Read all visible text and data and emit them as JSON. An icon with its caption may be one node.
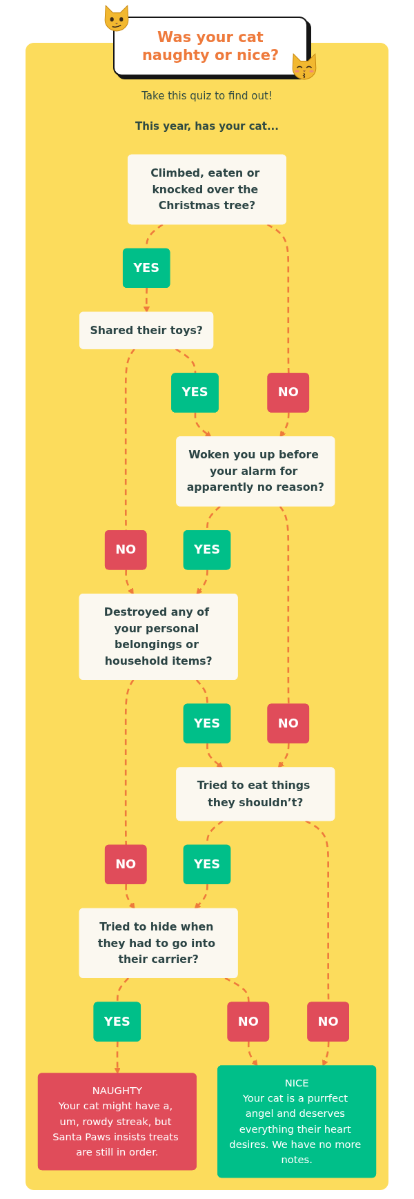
{
  "diagram": {
    "title": "Was your cat naughty or nice?",
    "nodes": [
      {
        "text": [
          "Climbed, eaten or knocked over the Christmas tree?"
        ]
      },
      {
        "text": [
          "YES"
        ]
      },
      {
        "text": [
          "NO"
        ]
      },
      {
        "text": [
          "Shared their toys?"
        ]
      },
      {
        "text": [
          "NO"
        ]
      },
      {
        "text": [
          "YES"
        ]
      },
      {
        "text": [
          "Woken you up before your alarm for apparently no reason?"
        ]
      },
      {
        "text": [
          "Destroyed any of your personal belongings or household items?"
        ]
      },
      {
        "text": [
          "YES"
        ]
      },
      {
        "text": [
          "NO"
        ]
      },
      {
        "text": [
          "NO"
        ]
      },
      {
        "text": [
          "YES"
        ]
      },
      {
        "text": [
          "Tried to eat things they shouldn’t?"
        ]
      },
      {
        "text": [
          "Tried to hide when they had to go into their carrier?"
        ]
      },
      {
        "text": [
          "YES"
        ]
      },
      {
        "text": [
          "NO"
        ]
      },
      {
        "text": [
          "YES"
        ]
      },
      {
        "text": [
          "NO"
        ]
      },
      {
        "text": [
          "NAUGHTY",
          "Your cat might have a, um, rowdy streak, but Santa Paws insists treats are still in order."
        ]
      },
      {
        "text": [
          "NICE",
          "Your cat is a purrfect angel and deserves everything their heart desires. We have no more notes."
        ]
      }
    ],
    "edges": [
      {
        "from": 0,
        "to": 1,
        "arrow": "none",
        "style": "dashed"
      },
      {
        "from": 0,
        "to": 2,
        "arrow": "none",
        "style": "dashed"
      },
      {
        "from": 1,
        "to": 3,
        "arrow": "to",
        "style": "dashed"
      },
      {
        "from": 2,
        "to": 6,
        "arrow": "to",
        "style": "dashed"
      },
      {
        "from": 3,
        "to": 4,
        "arrow": "none",
        "style": "dashed"
      },
      {
        "from": 3,
        "to": 5,
        "arrow": "none",
        "style": "dashed"
      },
      {
        "from": 5,
        "to": 6,
        "arrow": "to",
        "style": "dashed"
      },
      {
        "from": 4,
        "to": 7,
        "arrow": "to",
        "style": "dashed"
      },
      {
        "from": 6,
        "to": 8,
        "arrow": "none",
        "style": "dashed"
      },
      {
        "from": 6,
        "to": 9,
        "arrow": "none",
        "style": "dashed"
      },
      {
        "from": 8,
        "to": 7,
        "arrow": "to",
        "style": "dashed"
      },
      {
        "from": 9,
        "to": 12,
        "arrow": "to",
        "style": "dashed"
      },
      {
        "from": 7,
        "to": 10,
        "arrow": "none",
        "style": "dashed"
      },
      {
        "from": 7,
        "to": 11,
        "arrow": "none",
        "style": "dashed"
      },
      {
        "from": 11,
        "to": 12,
        "arrow": "to",
        "style": "dashed"
      },
      {
        "from": 10,
        "to": 13,
        "arrow": "to",
        "style": "dashed"
      },
      {
        "from": 12,
        "to": 14,
        "arrow": "none",
        "style": "dashed"
      },
      {
        "from": 12,
        "to": 15,
        "arrow": "none",
        "style": "dashed"
      },
      {
        "from": 14,
        "to": 13,
        "arrow": "to",
        "style": "dashed"
      },
      {
        "from": 15,
        "to": 19,
        "arrow": "to",
        "style": "dashed"
      },
      {
        "from": 13,
        "to": 16,
        "arrow": "none",
        "style": "dashed"
      },
      {
        "from": 13,
        "to": 17,
        "arrow": "none",
        "style": "dashed"
      },
      {
        "from": 16,
        "to": 18,
        "arrow": "to",
        "style": "dashed"
      },
      {
        "from": 17,
        "to": 19,
        "arrow": "to",
        "style": "dashed"
      }
    ],
    "labels": [
      "Take this quiz to find out!",
      "This year, has your cat..."
    ]
  }
}
